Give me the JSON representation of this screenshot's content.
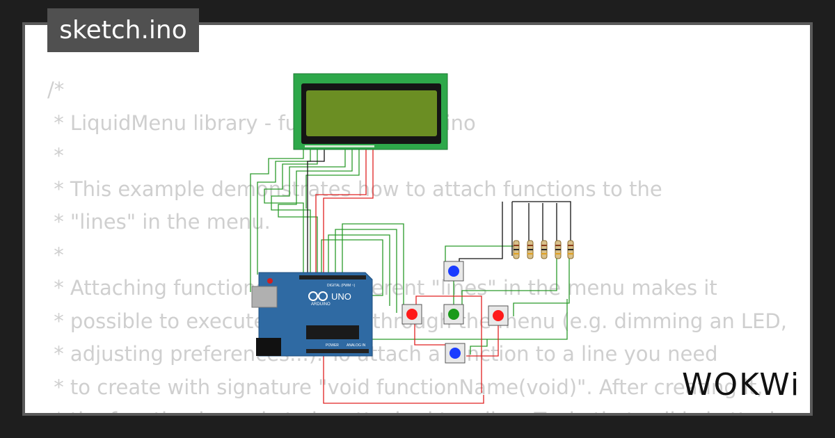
{
  "file_tab": {
    "label": "sketch.ino"
  },
  "code_lines": [
    "/*",
    " * LiquidMenu library - functions_menu.ino",
    " *",
    " * This example demonstrates how to attach functions to the",
    " * \"lines\" in the menu.",
    " *",
    " * Attaching functions to the different \"lines\" in the menu makes it",
    " * possible to execute an action through the menu (e.g. dimming an LED,",
    " * adjusting preferences...). To attach a function to a line you need",
    " * to create with signature \"void functionName(void)\". After creating it,",
    " * the function is ready to be attached to a line. To do that call lcd.attach"
  ],
  "board": {
    "model": "UNO",
    "brand": "ARDUINO",
    "digital_label": "DIGITAL (PWM ~)",
    "power_label": "POWER",
    "analog_label": "ANALOG IN"
  },
  "buttons": [
    {
      "color": "#1a3cff"
    },
    {
      "color": "#ff1a1a"
    },
    {
      "color": "#1a9a1a"
    },
    {
      "color": "#ff1a1a"
    },
    {
      "color": "#1a3cff"
    }
  ],
  "colors": {
    "lcd_bezel": "#2ea84a",
    "lcd_screen": "#6b8e23",
    "board": "#2f6aa3"
  },
  "brand": {
    "logo_text": "WOKWi"
  }
}
